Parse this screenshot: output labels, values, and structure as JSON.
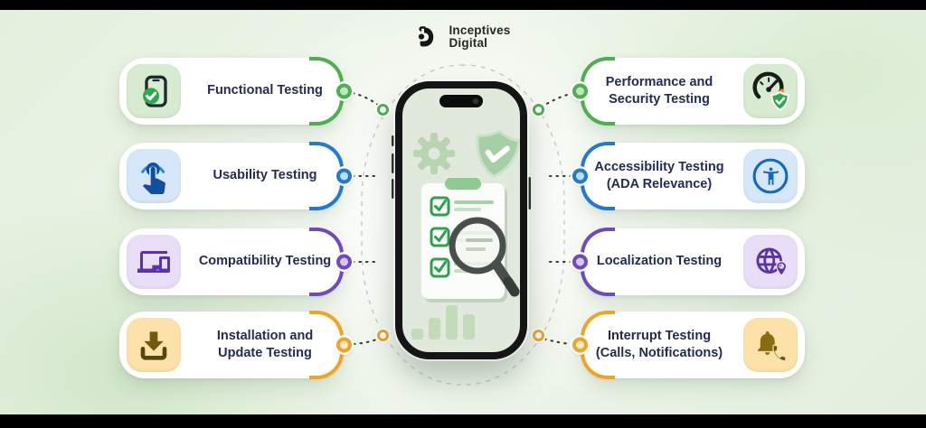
{
  "header": {
    "brand_line1": "Inceptives",
    "brand_line2": "Digital",
    "logo_icon": "inceptives-d-mark"
  },
  "cards": {
    "left": [
      {
        "lines": [
          "Functional Testing"
        ],
        "icon": "phone-check-icon",
        "accent": "#4caf50"
      },
      {
        "lines": [
          "Usability Testing"
        ],
        "icon": "touch-tap-icon",
        "accent": "#2079d3"
      },
      {
        "lines": [
          "Compatibility Testing"
        ],
        "icon": "devices-icon",
        "accent": "#6f49c0"
      },
      {
        "lines": [
          "Installation and",
          "Update Testing"
        ],
        "icon": "download-icon",
        "accent": "#f0a425"
      }
    ],
    "right": [
      {
        "lines": [
          "Performance and",
          "Security Testing"
        ],
        "icon": "gauge-shield-icon",
        "accent": "#4caf50"
      },
      {
        "lines": [
          "Accessibility Testing",
          "(ADA Relevance)"
        ],
        "icon": "accessibility-icon",
        "accent": "#2079d3"
      },
      {
        "lines": [
          "Localization Testing"
        ],
        "icon": "globe-pin-icon",
        "accent": "#6f49c0"
      },
      {
        "lines": [
          "Interrupt Testing",
          "(Calls, Notifications)"
        ],
        "icon": "bell-phone-icon",
        "accent": "#f0a425"
      }
    ]
  },
  "center_phone": {
    "screen_elements": [
      "gear-icon",
      "shield-check-icon",
      "checklist-clipboard",
      "magnifier-icon",
      "bar-chart-icon"
    ],
    "checklist_items": 3,
    "bar_chart_bars": 4
  },
  "colors": {
    "green": "#4caf50",
    "blue": "#2079d3",
    "purple": "#6f49c0",
    "orange": "#f0a425",
    "text": "#232c55",
    "screen": "#e0e9dc",
    "letterbox": "#000000"
  }
}
